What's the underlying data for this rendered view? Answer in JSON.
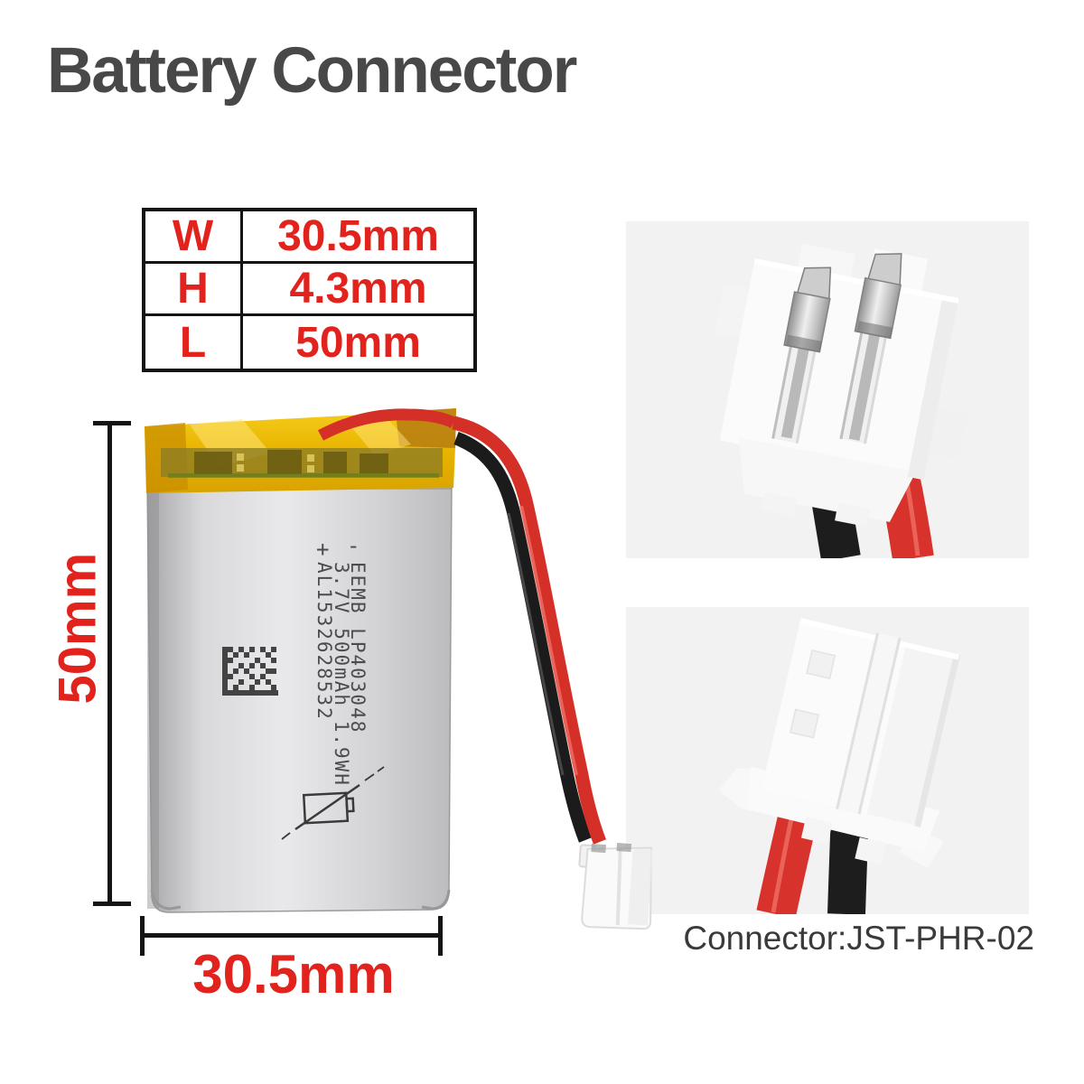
{
  "title": "Battery Connector",
  "spec_table": {
    "rows": [
      {
        "label": "W",
        "value": "30.5mm"
      },
      {
        "label": "H",
        "value": "4.3mm"
      },
      {
        "label": "L",
        "value": "50mm"
      }
    ]
  },
  "dimension_labels": {
    "height": "50mm",
    "width": "30.5mm"
  },
  "battery_print": {
    "minus_sign": "-",
    "plus_sign": "+",
    "lines": [
      "EEMB LP403048",
      "3.7V 500mAh 1.9WH",
      "AL1532628532"
    ]
  },
  "caption": {
    "connector": "Connector:JST-PHR-02"
  },
  "colors": {
    "accent_red": "#e2231d",
    "title_gray": "#484848",
    "photo_background": "#f2f2f2",
    "wire_red": "#d43028",
    "wire_black": "#1b1b1b",
    "tape_yellow": "#eec200",
    "dimension_line": "#141414"
  },
  "icons": {
    "barcode": "data-matrix-barcode",
    "battery_warning": "crossed-battery-symbol"
  }
}
